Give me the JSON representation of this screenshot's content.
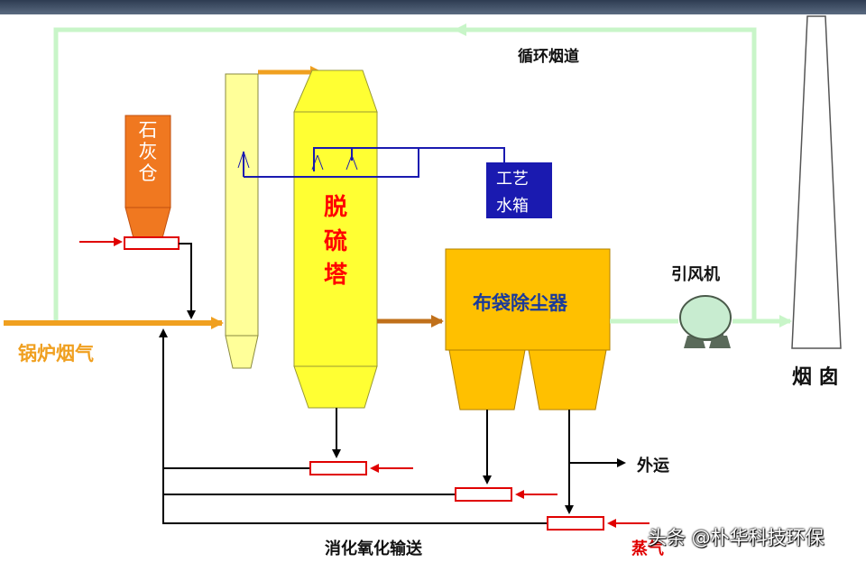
{
  "labels": {
    "recirc_duct": "循环烟道",
    "lime_silo": "石灰仓",
    "desulfurization_tower": "脱硫塔",
    "process_water_tank_line1": "工艺",
    "process_water_tank_line2": "水箱",
    "bag_filter": "布袋除尘器",
    "induced_draft_fan": "引风机",
    "chimney": "烟 囱",
    "boiler_flue_gas": "锅炉烟气",
    "transport_out": "外运",
    "digestion_oxidation_conveying": "消化氧化输送",
    "steam": "蒸气"
  },
  "watermark": "头条 @朴华科技环保",
  "colors": {
    "top_band": "#3f4f66",
    "recirc_line": "#c8f5c8",
    "flue_gas": "#f0a020",
    "silo": "#f07820",
    "tower": "#ffff33",
    "tower_text": "#ff0000",
    "filter": "#ffc000",
    "filter_text": "#1a3a9a",
    "water_tank": "#1a1ab0",
    "water_line": "#1a1ab0",
    "fan": "#c8ecd0",
    "red_feed": "#e00000",
    "black_line": "#000000",
    "chimney_line": "#555555"
  }
}
